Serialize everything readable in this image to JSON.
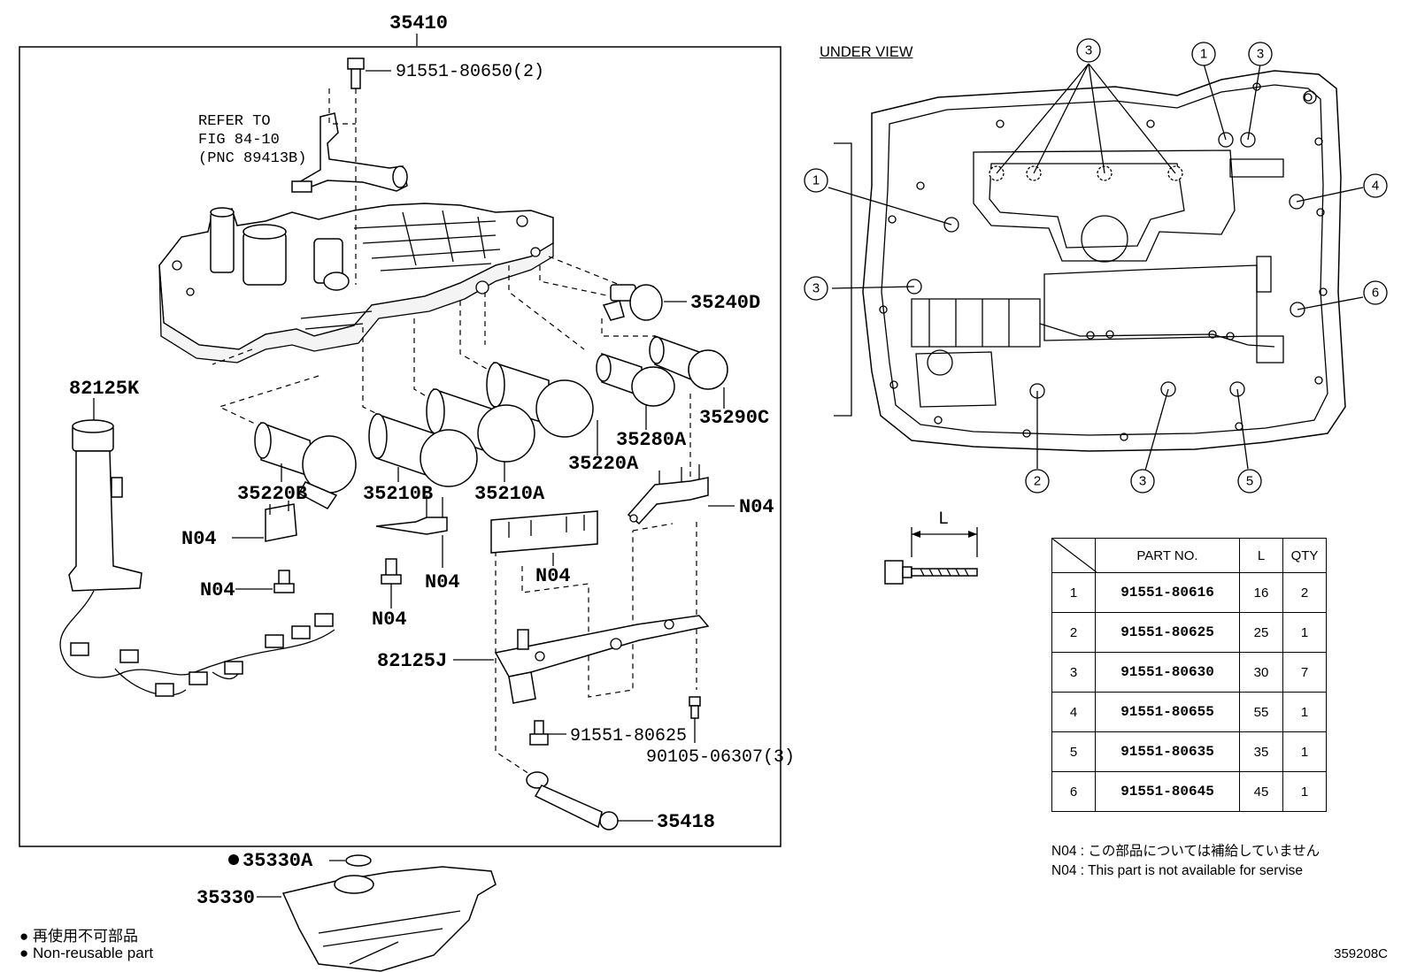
{
  "assembly_number": "35410",
  "under_view_label": "UNDER VIEW",
  "refer_to": [
    "REFER TO",
    "FIG 84-10",
    "(PNC 89413B)"
  ],
  "callouts": {
    "bolt_top": "91551-80650(2)",
    "solenoid_d": "35240D",
    "solenoid_c": "35290C",
    "solenoid_280a": "35280A",
    "solenoid_220a": "35220A",
    "solenoid_210a": "35210A",
    "solenoid_210b": "35210B",
    "solenoid_220b": "35220B",
    "wire_k": "82125K",
    "wire_j": "82125J",
    "n04": "N04",
    "bolt_625": "91551-80625",
    "bolt_307": "90105-06307(3)",
    "tube_418": "35418",
    "oring": "35330A",
    "strainer": "35330"
  },
  "bolt_dimension_label": "L",
  "table": {
    "headers": [
      "PART NO.",
      "L",
      "QTY"
    ],
    "rows": [
      {
        "idx": "1",
        "part_no": "91551-80616",
        "l": "16",
        "qty": "2"
      },
      {
        "idx": "2",
        "part_no": "91551-80625",
        "l": "25",
        "qty": "1"
      },
      {
        "idx": "3",
        "part_no": "91551-80630",
        "l": "30",
        "qty": "7"
      },
      {
        "idx": "4",
        "part_no": "91551-80655",
        "l": "55",
        "qty": "1"
      },
      {
        "idx": "5",
        "part_no": "91551-80635",
        "l": "35",
        "qty": "1"
      },
      {
        "idx": "6",
        "part_no": "91551-80645",
        "l": "45",
        "qty": "1"
      }
    ]
  },
  "notes": {
    "jp": "N04 : この部品については補給していません",
    "en": "N04 :  This part is not available for servise"
  },
  "legend": {
    "jp": "再使用不可部品",
    "en": "Non-reusable part"
  },
  "under_view_circles": [
    "1",
    "3",
    "1",
    "3",
    "3",
    "4",
    "6",
    "2",
    "3",
    "5"
  ],
  "figure_code": "359208C"
}
